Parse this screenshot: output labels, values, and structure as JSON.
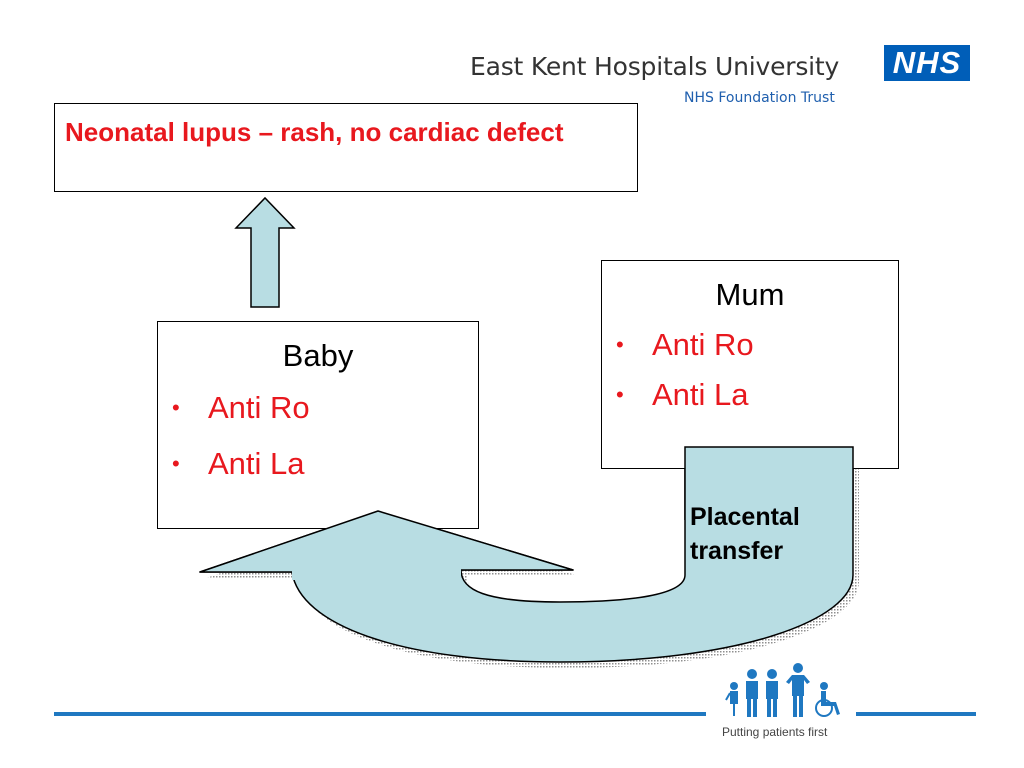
{
  "header": {
    "org_name": "East Kent Hospitals University",
    "org_subtitle": "NHS Foundation Trust",
    "logo_text": "NHS"
  },
  "outcome": {
    "text": "Neonatal lupus – rash, no cardiac defect"
  },
  "baby": {
    "heading": "Baby",
    "items": [
      "Anti Ro",
      "Anti La"
    ]
  },
  "mum": {
    "heading": "Mum",
    "items": [
      "Anti Ro",
      "Anti La"
    ]
  },
  "transfer": {
    "label_line1": "Placental",
    "label_line2": "transfer"
  },
  "footer": {
    "tagline": "Putting patients first"
  },
  "colors": {
    "emphasis_red": "#e8181e",
    "arrow_fill": "#b8dde3",
    "nhs_blue": "#005eb8",
    "rule_blue": "#1f78c1"
  }
}
